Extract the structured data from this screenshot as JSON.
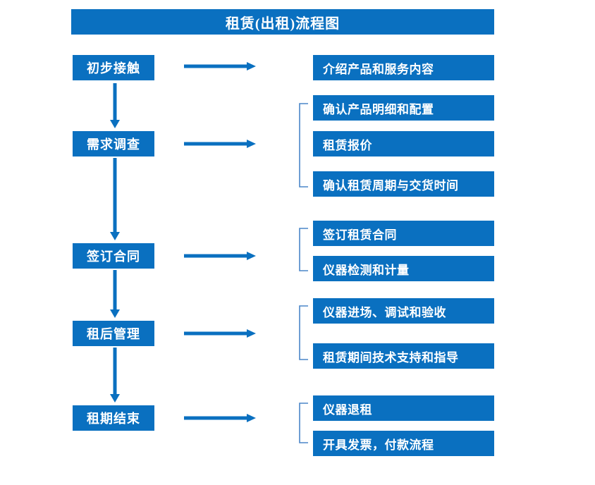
{
  "title": "租赁(出租)流程图",
  "colors": {
    "primary_blue": "#0A70C0",
    "arrow_blue": "#0A70C0",
    "bracket_blue": "#4A86C8",
    "text_white": "#FFFFFF",
    "background": "#FFFFFF"
  },
  "chart_data": {
    "type": "diagram",
    "title": "租赁(出租)流程图",
    "stages": [
      {
        "label": "初步接触",
        "details": [
          "介绍产品和服务内容"
        ],
        "bracketed": false
      },
      {
        "label": "需求调查",
        "details": [
          "确认产品明细和配置",
          "租赁报价",
          "确认租赁周期与交货时间"
        ],
        "bracketed": true
      },
      {
        "label": "签订合同",
        "details": [
          "签订租赁合同",
          "仪器检测和计量"
        ],
        "bracketed": true
      },
      {
        "label": "租后管理",
        "details": [
          "仪器进场、调试和验收",
          "租赁期间技术支持和指导"
        ],
        "bracketed": true
      },
      {
        "label": "租期结束",
        "details": [
          "仪器退租",
          "开具发票，付款流程"
        ],
        "bracketed": true
      }
    ]
  },
  "stage_boxes": [
    {
      "label": "初步接触"
    },
    {
      "label": "需求调查"
    },
    {
      "label": "签订合同"
    },
    {
      "label": "租后管理"
    },
    {
      "label": "租期结束"
    }
  ],
  "detail_boxes": [
    {
      "label": "介绍产品和服务内容"
    },
    {
      "label": "确认产品明细和配置"
    },
    {
      "label": "租赁报价"
    },
    {
      "label": "确认租赁周期与交货时间"
    },
    {
      "label": "签订租赁合同"
    },
    {
      "label": "仪器检测和计量"
    },
    {
      "label": "仪器进场、调试和验收"
    },
    {
      "label": "租赁期间技术支持和指导"
    },
    {
      "label": "仪器退租"
    },
    {
      "label": "开具发票，付款流程"
    }
  ]
}
